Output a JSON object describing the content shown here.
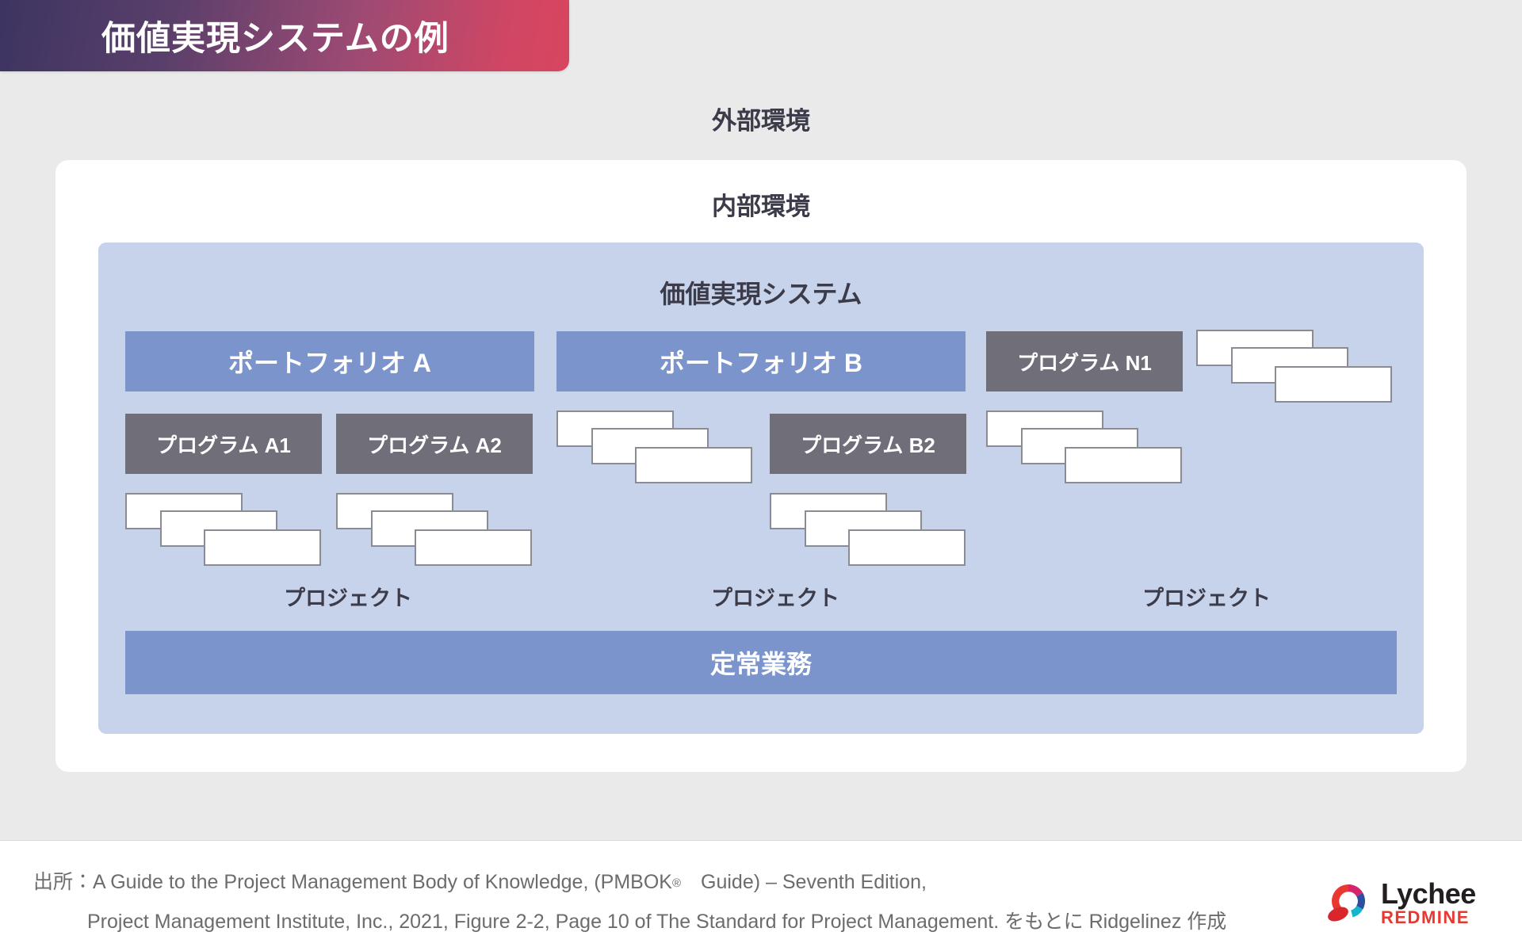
{
  "title_banner": {
    "text": "価値実現システムの例"
  },
  "environment": {
    "external_label": "外部環境",
    "internal_label": "内部環境"
  },
  "value_delivery_system": {
    "title": "価値実現システム",
    "portfolios": [
      {
        "label": "ポートフォリオ A"
      },
      {
        "label": "ポートフォリオ B"
      }
    ],
    "programs": [
      {
        "label": "プログラム A1"
      },
      {
        "label": "プログラム A2"
      },
      {
        "label": "プログラム B2"
      },
      {
        "label": "プログラム N1"
      }
    ],
    "project_group_labels": [
      "プロジェクト",
      "プロジェクト",
      "プロジェクト"
    ],
    "operations_bar": "定常業務"
  },
  "colors": {
    "banner_start": "#3d3461",
    "banner_end": "#d9455f",
    "panel_background": "#c6d3ea",
    "bar_blue": "#7b95cc",
    "bar_gray": "#6f6e79",
    "slide_background": "#eaeaea",
    "card_background": "#ffffff",
    "text_dark": "#3b3b4a",
    "footer_text": "#6c6c6c",
    "logo_red": "#e8382f"
  },
  "footer": {
    "line1_prefix": "出所：A Guide to the Project Management Body of Knowledge, (PMBOK",
    "line1_reg": "®",
    "line1_suffix": "　Guide) – Seventh Edition,",
    "line2": "Project Management Institute, Inc., 2021, Figure 2-2, Page 10 of The Standard for Project Management. をもとに Ridgelinez 作成"
  },
  "logo": {
    "primary": "Lychee",
    "secondary": "REDMINE"
  }
}
